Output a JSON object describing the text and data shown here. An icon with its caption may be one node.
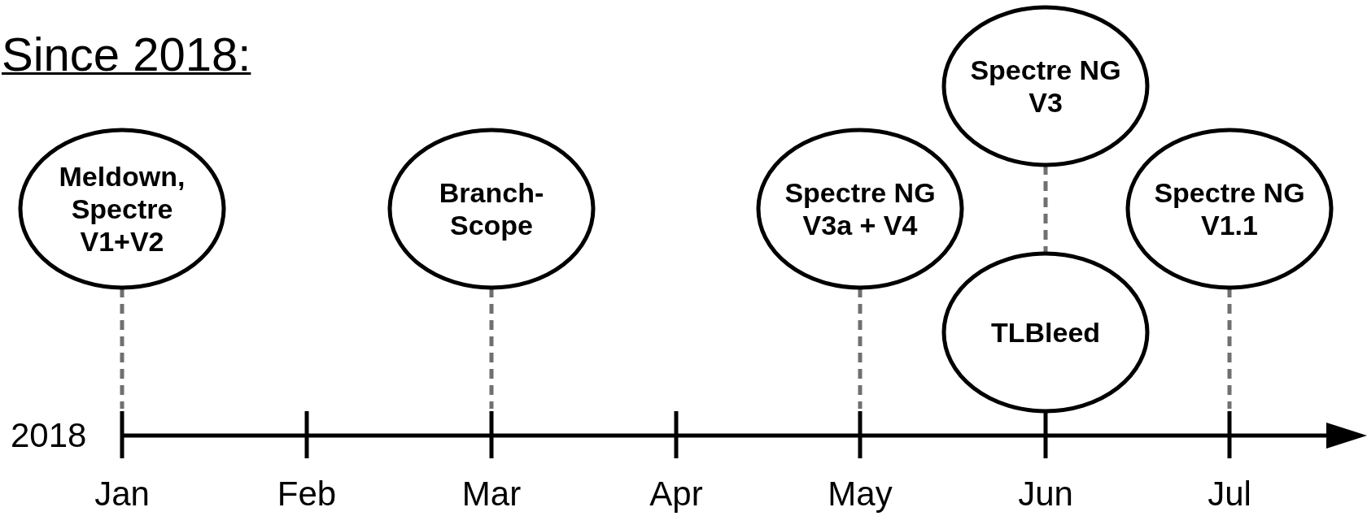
{
  "diagram": {
    "title": "Since 2018:",
    "nodes": [
      {
        "text": [
          "Meldown, Spectre V1+V2"
        ]
      },
      {
        "text": [
          "Branch-Scope"
        ]
      },
      {
        "text": [
          "Spectre NG V3a + V4"
        ]
      },
      {
        "text": [
          "Spectre NG V3"
        ]
      },
      {
        "text": [
          "TLBleed"
        ]
      },
      {
        "text": [
          "Spectre NG V1.1"
        ]
      }
    ],
    "edges": [
      {
        "from": 0,
        "to": null,
        "arrow": "none",
        "style": "dashed"
      },
      {
        "from": 1,
        "to": null,
        "arrow": "none",
        "style": "dashed"
      },
      {
        "from": 2,
        "to": null,
        "arrow": "none",
        "style": "dashed"
      },
      {
        "from": 3,
        "to": 4,
        "arrow": "none",
        "style": "dashed"
      },
      {
        "from": 5,
        "to": null,
        "arrow": "none",
        "style": "dashed"
      }
    ],
    "labels": [
      "2018",
      "Jan",
      "Feb",
      "Mar",
      "Apr",
      "May",
      "Jun",
      "Jul"
    ]
  }
}
